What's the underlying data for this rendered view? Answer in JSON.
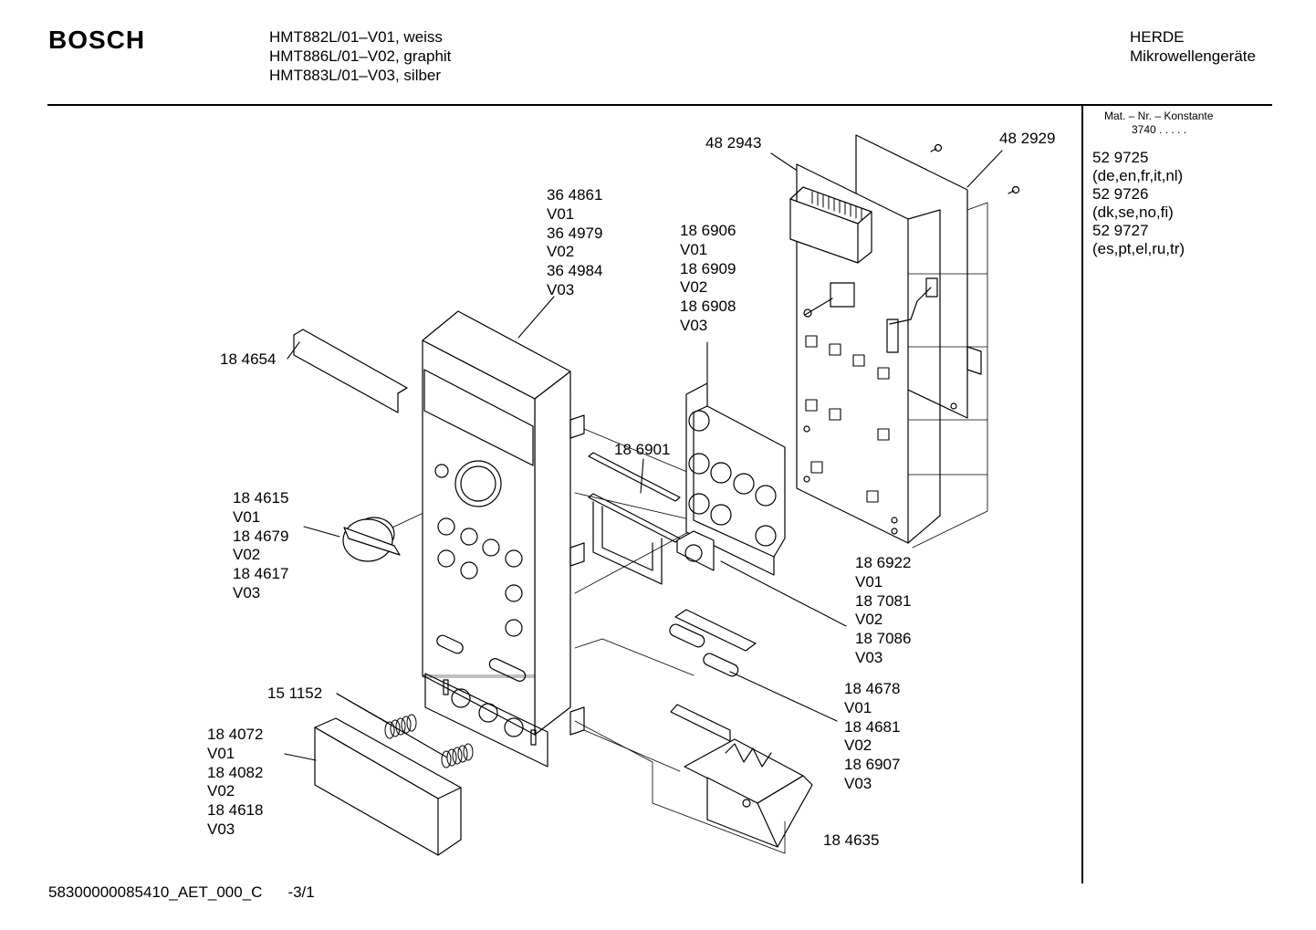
{
  "header": {
    "brand": "BOSCH",
    "models": [
      "HMT882L/01–V01, weiss",
      "HMT886L/01–V02, graphit",
      "HMT883L/01–V03, silber"
    ],
    "category": [
      "HERDE",
      "Mikrowellengeräte"
    ]
  },
  "sidebar": {
    "mat_label": "Mat. – Nr. – Konstante",
    "mat_constant": "3740  .  .  .  .  .",
    "documents": [
      "52 9725",
      "(de,en,fr,it,nl)",
      "52 9726",
      "(dk,se,no,fi)",
      "52 9727",
      "(es,pt,el,ru,tr)"
    ]
  },
  "callouts": {
    "c_482943": [
      "48 2943"
    ],
    "c_482929": [
      "48 2929"
    ],
    "c_364861": [
      "36 4861",
      "V01",
      "36 4979",
      "V02",
      "36 4984",
      "V03"
    ],
    "c_186906": [
      "18 6906",
      "V01",
      "18 6909",
      "V02",
      "18 6908",
      "V03"
    ],
    "c_184654": [
      "18 4654"
    ],
    "c_186901": [
      "18 6901"
    ],
    "c_184615": [
      "18 4615",
      "V01",
      "18 4679",
      "V02",
      "18 4617",
      "V03"
    ],
    "c_186922": [
      "18 6922",
      "V01",
      "18 7081",
      "V02",
      "18 7086",
      "V03"
    ],
    "c_184678": [
      "18 4678",
      "V01",
      "18 4681",
      "V02",
      "18 6907",
      "V03"
    ],
    "c_151152": [
      "15 1152"
    ],
    "c_184072": [
      "18 4072",
      "V01",
      "18 4082",
      "V02",
      "18 4618",
      "V03"
    ],
    "c_184635": [
      "18 4635"
    ]
  },
  "footer": {
    "doc_id": "58300000085410_AET_000_C",
    "page": "-3/1"
  }
}
